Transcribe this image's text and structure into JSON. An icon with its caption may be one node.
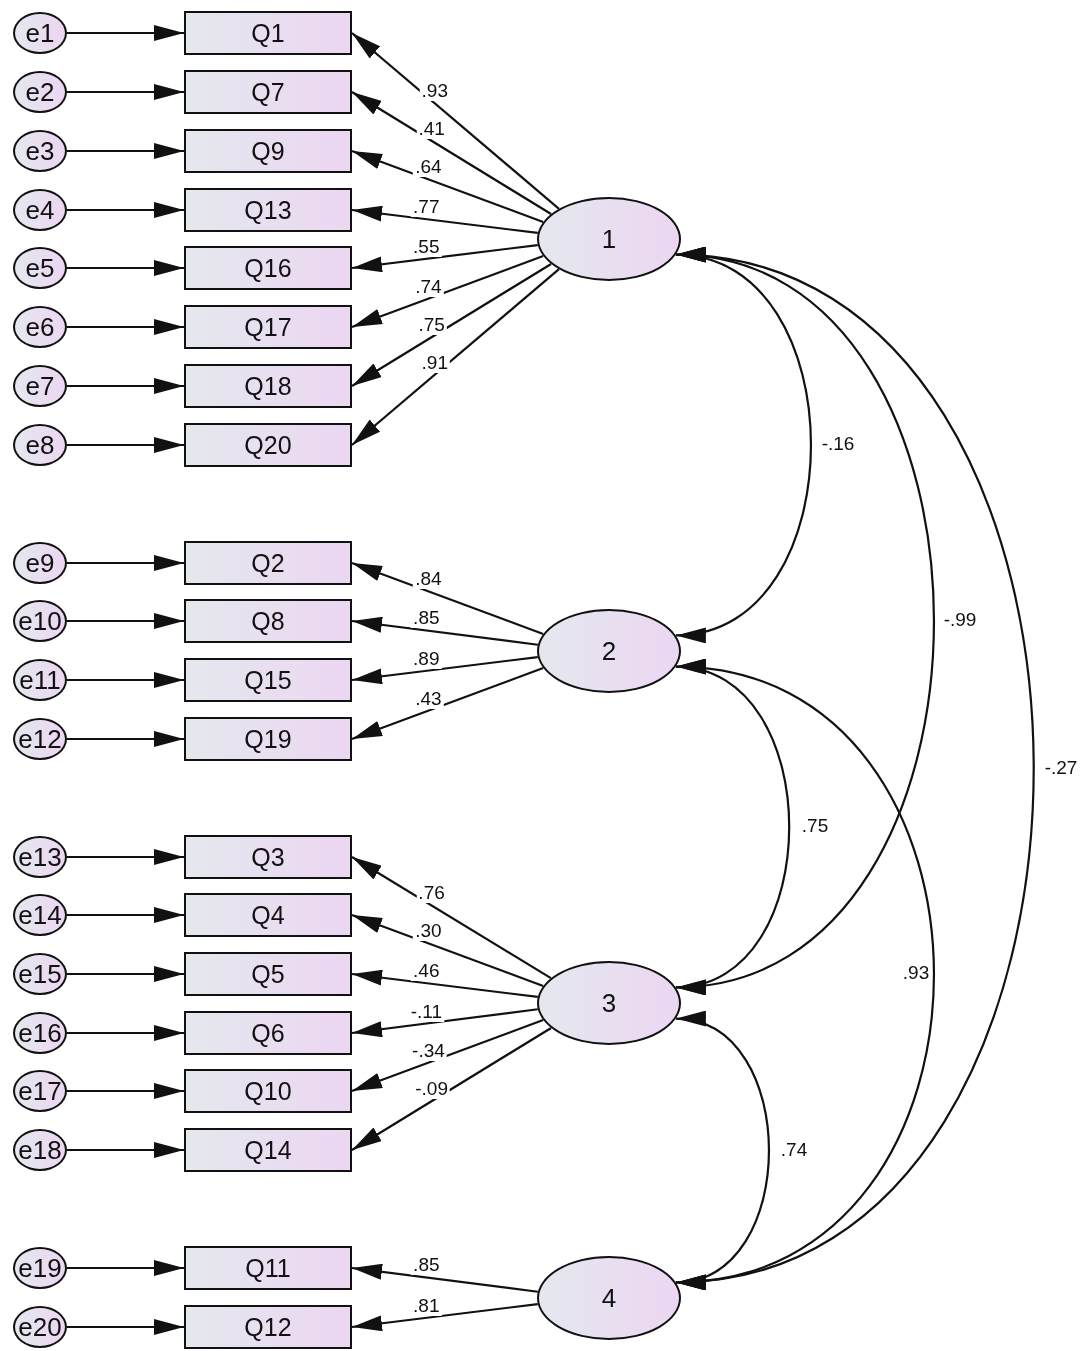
{
  "diagram": {
    "nodes": [
      {
        "text": [
          "e1"
        ]
      },
      {
        "text": [
          "e2"
        ]
      },
      {
        "text": [
          "e3"
        ]
      },
      {
        "text": [
          "e4"
        ]
      },
      {
        "text": [
          "e5"
        ]
      },
      {
        "text": [
          "e6"
        ]
      },
      {
        "text": [
          "e7"
        ]
      },
      {
        "text": [
          "e8"
        ]
      },
      {
        "text": [
          "e9"
        ]
      },
      {
        "text": [
          "e10"
        ]
      },
      {
        "text": [
          "e11"
        ]
      },
      {
        "text": [
          "e12"
        ]
      },
      {
        "text": [
          "e13"
        ]
      },
      {
        "text": [
          "e14"
        ]
      },
      {
        "text": [
          "e15"
        ]
      },
      {
        "text": [
          "e16"
        ]
      },
      {
        "text": [
          "e17"
        ]
      },
      {
        "text": [
          "e18"
        ]
      },
      {
        "text": [
          "e19"
        ]
      },
      {
        "text": [
          "e20"
        ]
      },
      {
        "text": [
          "Q1"
        ]
      },
      {
        "text": [
          "Q7"
        ]
      },
      {
        "text": [
          "Q9"
        ]
      },
      {
        "text": [
          "Q13"
        ]
      },
      {
        "text": [
          "Q16"
        ]
      },
      {
        "text": [
          "Q17"
        ]
      },
      {
        "text": [
          "Q18"
        ]
      },
      {
        "text": [
          "Q20"
        ]
      },
      {
        "text": [
          "Q2"
        ]
      },
      {
        "text": [
          "Q8"
        ]
      },
      {
        "text": [
          "Q15"
        ]
      },
      {
        "text": [
          "Q19"
        ]
      },
      {
        "text": [
          "Q3"
        ]
      },
      {
        "text": [
          "Q4"
        ]
      },
      {
        "text": [
          "Q5"
        ]
      },
      {
        "text": [
          "Q6"
        ]
      },
      {
        "text": [
          "Q10"
        ]
      },
      {
        "text": [
          "Q14"
        ]
      },
      {
        "text": [
          "Q11"
        ]
      },
      {
        "text": [
          "Q12"
        ]
      },
      {
        "text": [
          "1"
        ]
      },
      {
        "text": [
          "2"
        ]
      },
      {
        "text": [
          "3"
        ]
      },
      {
        "text": [
          "4"
        ]
      }
    ],
    "edges": [
      {
        "from": 0,
        "to": 20,
        "arrow": "to"
      },
      {
        "from": 1,
        "to": 21,
        "arrow": "to"
      },
      {
        "from": 2,
        "to": 22,
        "arrow": "to"
      },
      {
        "from": 3,
        "to": 23,
        "arrow": "to"
      },
      {
        "from": 4,
        "to": 24,
        "arrow": "to"
      },
      {
        "from": 5,
        "to": 25,
        "arrow": "to"
      },
      {
        "from": 6,
        "to": 26,
        "arrow": "to"
      },
      {
        "from": 7,
        "to": 27,
        "arrow": "to"
      },
      {
        "from": 8,
        "to": 28,
        "arrow": "to"
      },
      {
        "from": 9,
        "to": 29,
        "arrow": "to"
      },
      {
        "from": 10,
        "to": 30,
        "arrow": "to"
      },
      {
        "from": 11,
        "to": 31,
        "arrow": "to"
      },
      {
        "from": 12,
        "to": 32,
        "arrow": "to"
      },
      {
        "from": 13,
        "to": 33,
        "arrow": "to"
      },
      {
        "from": 14,
        "to": 34,
        "arrow": "to"
      },
      {
        "from": 15,
        "to": 35,
        "arrow": "to"
      },
      {
        "from": 16,
        "to": 36,
        "arrow": "to"
      },
      {
        "from": 17,
        "to": 37,
        "arrow": "to"
      },
      {
        "from": 18,
        "to": 38,
        "arrow": "to"
      },
      {
        "from": 19,
        "to": 39,
        "arrow": "to"
      },
      {
        "from": 40,
        "to": 20,
        "arrow": "to",
        "label": ".93"
      },
      {
        "from": 40,
        "to": 21,
        "arrow": "to",
        "label": ".41"
      },
      {
        "from": 40,
        "to": 22,
        "arrow": "to",
        "label": ".64"
      },
      {
        "from": 40,
        "to": 23,
        "arrow": "to",
        "label": ".77"
      },
      {
        "from": 40,
        "to": 24,
        "arrow": "to",
        "label": ".55"
      },
      {
        "from": 40,
        "to": 25,
        "arrow": "to",
        "label": ".74"
      },
      {
        "from": 40,
        "to": 26,
        "arrow": "to",
        "label": ".75"
      },
      {
        "from": 40,
        "to": 27,
        "arrow": "to",
        "label": ".91"
      },
      {
        "from": 41,
        "to": 28,
        "arrow": "to",
        "label": ".84"
      },
      {
        "from": 41,
        "to": 29,
        "arrow": "to",
        "label": ".85"
      },
      {
        "from": 41,
        "to": 30,
        "arrow": "to",
        "label": ".89"
      },
      {
        "from": 41,
        "to": 31,
        "arrow": "to",
        "label": ".43"
      },
      {
        "from": 42,
        "to": 32,
        "arrow": "to",
        "label": ".76"
      },
      {
        "from": 42,
        "to": 33,
        "arrow": "to",
        "label": ".30"
      },
      {
        "from": 42,
        "to": 34,
        "arrow": "to",
        "label": ".46"
      },
      {
        "from": 42,
        "to": 35,
        "arrow": "to",
        "label": "-.11"
      },
      {
        "from": 42,
        "to": 36,
        "arrow": "to",
        "label": "-.34"
      },
      {
        "from": 42,
        "to": 37,
        "arrow": "to",
        "label": "-.09"
      },
      {
        "from": 43,
        "to": 38,
        "arrow": "to",
        "label": ".85"
      },
      {
        "from": 43,
        "to": 39,
        "arrow": "to",
        "label": ".81"
      },
      {
        "from": 40,
        "to": 41,
        "arrow": "both",
        "label": "-.16"
      },
      {
        "from": 40,
        "to": 42,
        "arrow": "both",
        "label": "-.99"
      },
      {
        "from": 40,
        "to": 43,
        "arrow": "both",
        "label": "-.27"
      },
      {
        "from": 41,
        "to": 42,
        "arrow": "both",
        "label": ".75"
      },
      {
        "from": 41,
        "to": 43,
        "arrow": "both",
        "label": ".93"
      },
      {
        "from": 42,
        "to": 43,
        "arrow": "both",
        "label": ".74"
      }
    ]
  }
}
